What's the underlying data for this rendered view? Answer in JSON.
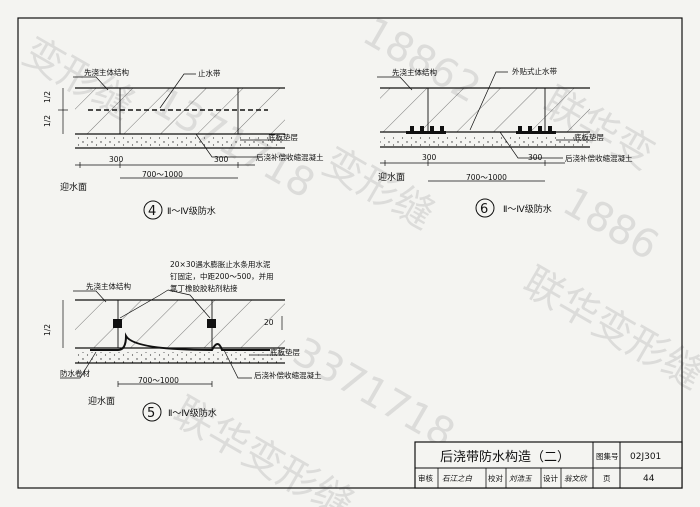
{
  "watermarks": [
    "变形缝",
    "18862",
    "联华变",
    "1371718",
    "变形缝",
    "1886",
    "联华变形缝",
    "3371718",
    "联华变形缝"
  ],
  "detail4": {
    "num": "4",
    "grade": "Ⅱ～Ⅳ级防水",
    "label_first_pour": "先浇主体结构",
    "label_waterstop": "止水带",
    "label_base": "底板垫层",
    "label_post_concrete": "后浇补偿收缩混凝土",
    "dim_half_top": "1/2",
    "dim_half_bottom": "1/2",
    "dim_left": "300",
    "dim_right": "300",
    "dim_width": "700～1000",
    "water_face": "迎水面"
  },
  "detail6": {
    "num": "6",
    "grade": "Ⅱ～Ⅳ级防水",
    "label_first_pour": "先浇主体结构",
    "label_waterstop": "外贴式止水带",
    "label_base": "底板垫层",
    "label_post_concrete": "后浇补偿收缩混凝土",
    "dim_left": "300",
    "dim_right": "300",
    "dim_width": "700～1000",
    "water_face": "迎水面"
  },
  "detail5": {
    "num": "5",
    "grade": "Ⅱ～Ⅳ级防水",
    "note_line1": "20×30遇水膨胀止水条用水泥",
    "note_line2": "钉固定，中距200～500，并用",
    "note_line3": "氯丁橡胶胶粘剂粘接",
    "label_first_pour": "先浇主体结构",
    "label_base": "底板垫层",
    "label_membrane": "防水卷材",
    "label_post_concrete": "后浇补偿收缩混凝土",
    "dim_half": "1/2",
    "dim_20": "20",
    "dim_width": "700～1000",
    "water_face": "迎水面"
  },
  "title_block": {
    "title": "后浇带防水构造（二）",
    "atlas_label": "图集号",
    "atlas_no": "02J301",
    "page_label": "页",
    "page_no": "44",
    "review_label": "审核",
    "review_sign": "石江之白",
    "check_label": "校对",
    "check_sign": "刘浩玉",
    "design_label": "设计",
    "design_sign": "翁文欣"
  }
}
